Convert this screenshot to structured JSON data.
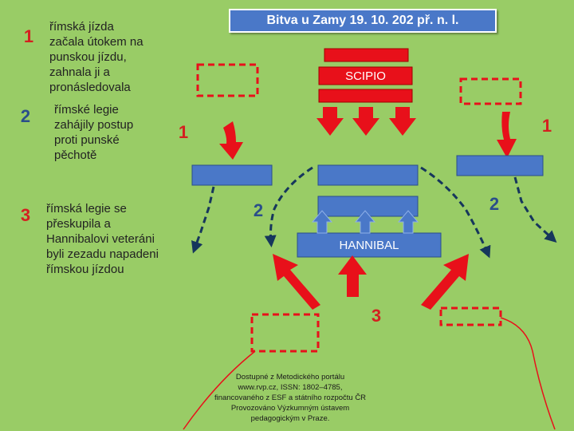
{
  "title": "Bitva u Zamy 19. 10. 202 př. n. l.",
  "legend": [
    {
      "number": "1",
      "text": [
        "římská jízda",
        "začala útokem na",
        "punskou jízdu,",
        "zahnala ji a",
        "pronásledovala"
      ]
    },
    {
      "number": "2",
      "text": [
        "římské legie",
        "zahájily postup",
        "proti punské",
        "pěchotě"
      ]
    },
    {
      "number": "3",
      "text": [
        "římská legie se",
        "přeskupila a",
        "Hannibalovi veteráni",
        "byli zezadu napadeni",
        "římskou jízdou"
      ]
    }
  ],
  "labels": {
    "scipio": "SCIPIO",
    "hannibal": "HANNIBAL"
  },
  "map_numbers": {
    "left_1": "1",
    "right_1": "1",
    "left_2": "2",
    "right_2": "2",
    "center_3": "3"
  },
  "footer": [
    "Dostupné z Metodického portálu",
    "www.rvp.cz, ISSN: 1802–4785,",
    "financovaného z ESF a státního rozpočtu ČR",
    "Provozováno Výzkumným ústavem",
    "pedagogickým v Praze."
  ],
  "colors": {
    "background": "#99cc66",
    "roman": "#e8101a",
    "carthaginian": "#4a78c8",
    "title_bg": "#4a78c8",
    "dashed_path": "#16365c"
  }
}
